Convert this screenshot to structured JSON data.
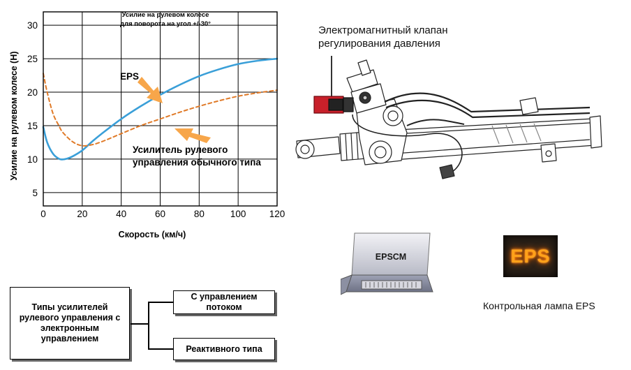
{
  "chart_data": {
    "type": "line",
    "title": "Усилие на рулевом колесе\nдля поворота на угол +/-30°",
    "xlabel": "Скорость (км/ч)",
    "ylabel": "Усилие на рулевом колесе (Н)",
    "xlim": [
      0,
      120
    ],
    "ylim": [
      3,
      32
    ],
    "xticks": [
      0,
      20,
      40,
      60,
      80,
      100,
      120
    ],
    "yticks": [
      5,
      10,
      15,
      20,
      25,
      30
    ],
    "grid": true,
    "series": [
      {
        "name": "EPS",
        "color": "#3a9fd8",
        "style": "solid",
        "x": [
          0,
          2,
          5,
          8,
          10,
          12,
          15,
          20,
          25,
          30,
          40,
          50,
          60,
          70,
          80,
          90,
          100,
          110,
          120
        ],
        "y": [
          14.8,
          12.5,
          10.8,
          10.05,
          9.95,
          10.05,
          10.4,
          11.3,
          12.6,
          13.8,
          16.0,
          17.9,
          19.6,
          21.1,
          22.4,
          23.4,
          24.2,
          24.7,
          25.0
        ]
      },
      {
        "name": "Усилитель рулевого\nуправления обычного типа",
        "color": "#e07a28",
        "style": "dashed",
        "x": [
          0,
          2,
          5,
          8,
          10,
          15,
          20,
          25,
          30,
          40,
          50,
          60,
          70,
          80,
          90,
          100,
          110,
          120
        ],
        "y": [
          22.8,
          20.0,
          16.8,
          15.0,
          14.0,
          12.6,
          12.0,
          12.15,
          12.6,
          13.8,
          15.0,
          16.0,
          17.0,
          17.9,
          18.7,
          19.4,
          19.9,
          20.3
        ]
      }
    ]
  },
  "diagram": {
    "valve_label": "Электромагнитный клапан\nрегулирования давления",
    "module_label": "EPSCM",
    "lamp_text": "EPS",
    "lamp_caption": "Контрольная лампа EPS"
  },
  "tree": {
    "root": "Типы усилителей рулевого управления с электронным управлением",
    "children": [
      "С управлением потоком",
      "Реактивного типа"
    ]
  },
  "colors": {
    "eps_line": "#3a9fd8",
    "conventional_line": "#e07a28",
    "callout_arrow": "#f7a64a",
    "valve": "#c8202a",
    "lamp_text": "#ffa21a"
  }
}
